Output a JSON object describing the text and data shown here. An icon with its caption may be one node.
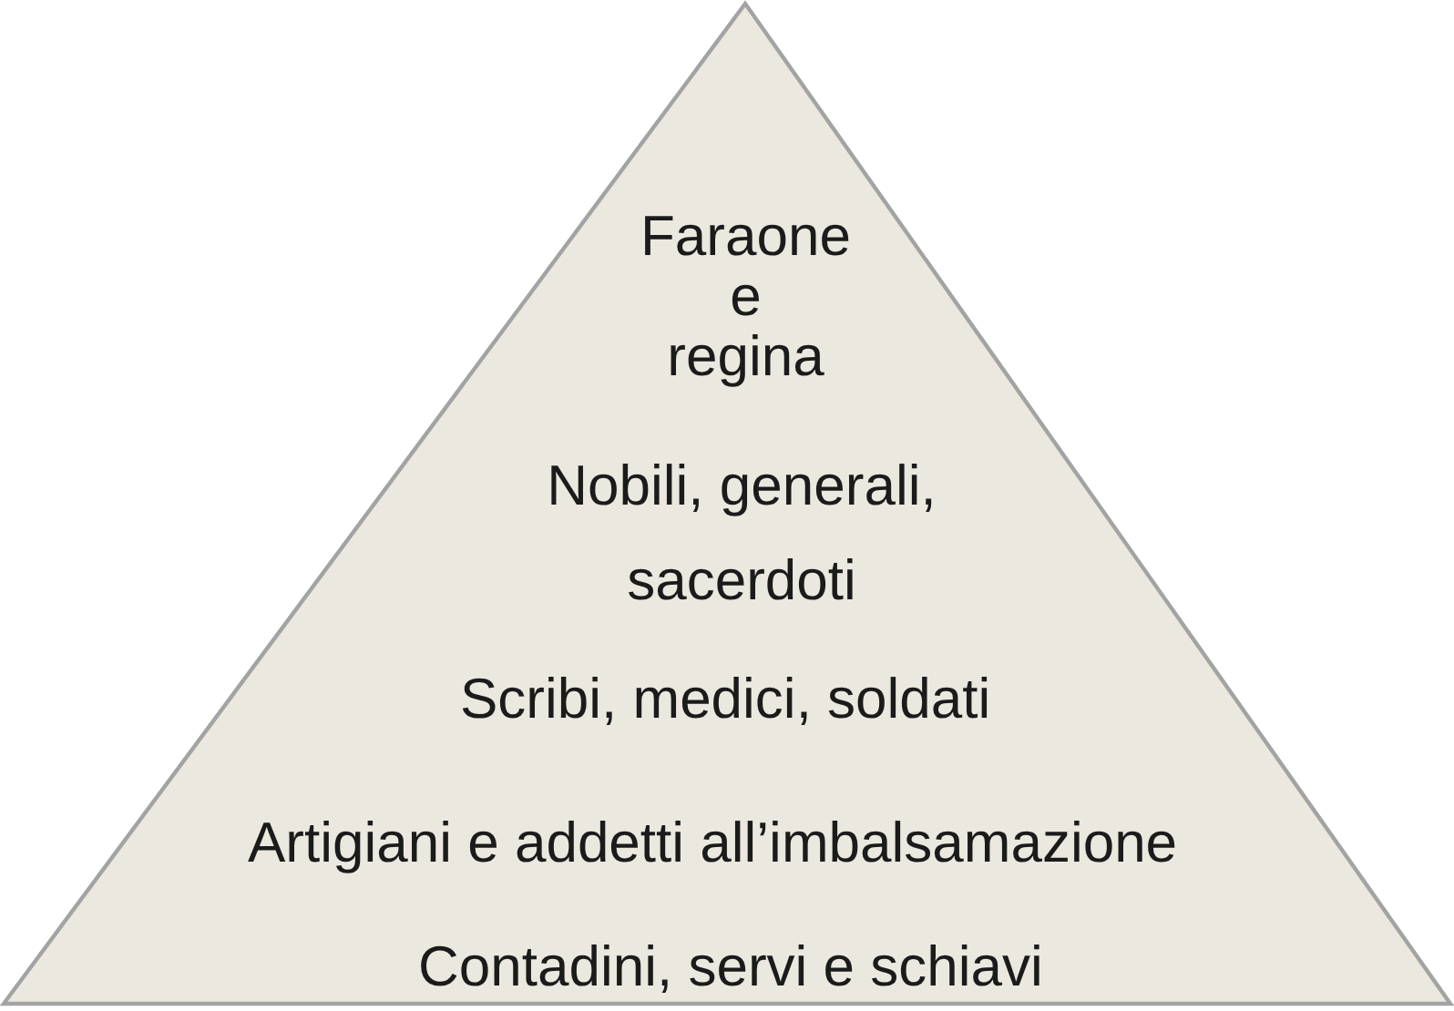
{
  "diagram": {
    "nodes": [
      {
        "text": [
          "Faraone e regina",
          "Nobili, generali, sacerdoti",
          "Scribi, medici, soldati",
          "Artigiani e addetti all’imbalsamazione",
          "Contadini, servi e schiavi"
        ]
      }
    ]
  }
}
